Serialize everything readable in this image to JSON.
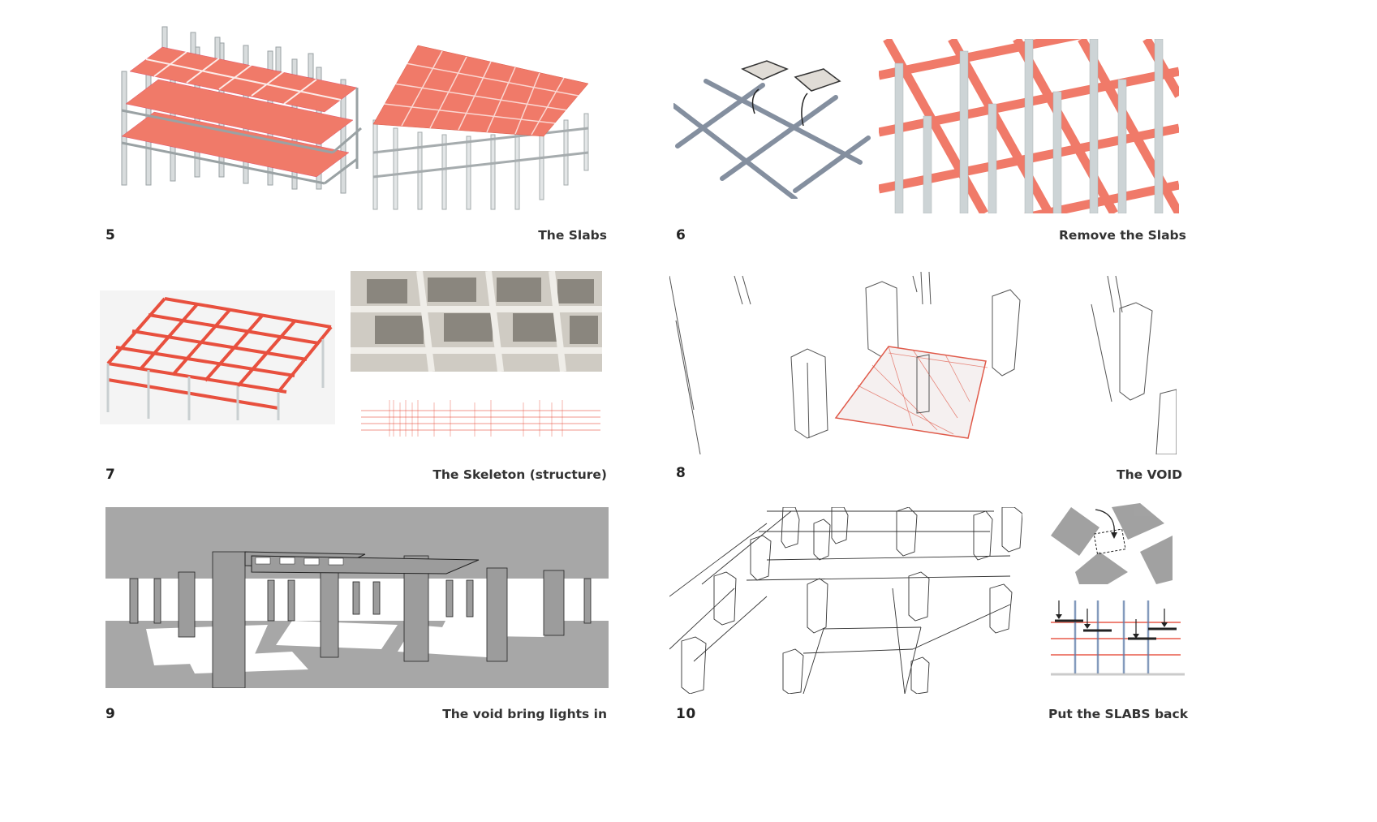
{
  "palette": {
    "red": "#f07a69",
    "red_line": "#e05a4a",
    "grey": "#d4dadb",
    "dark": "#333333",
    "render_bg": "#a7a7a7"
  },
  "panels": [
    {
      "number": "5",
      "caption": "The Slabs"
    },
    {
      "number": "6",
      "caption": "Remove the Slabs"
    },
    {
      "number": "7",
      "caption": "The Skeleton (structure)"
    },
    {
      "number": "8",
      "caption": "The VOID"
    },
    {
      "number": "9",
      "caption": "The void bring lights in"
    },
    {
      "number": "10",
      "caption": "Put the SLABS back"
    }
  ]
}
